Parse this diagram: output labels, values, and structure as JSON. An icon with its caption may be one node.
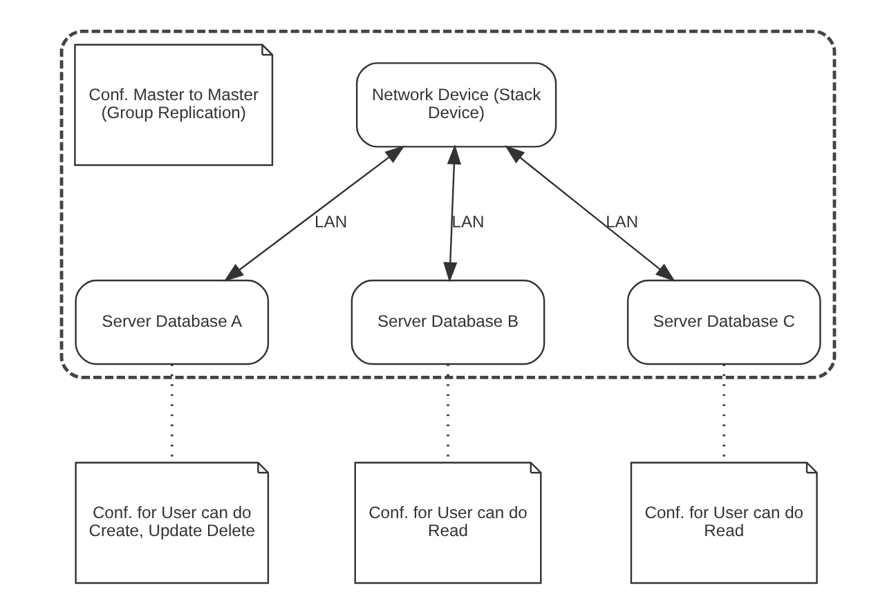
{
  "diagram": {
    "nodes": [
      {
        "text": [],
        "shape": "box"
      },
      {
        "text": [
          "Network Device (Stack Device)"
        ],
        "in": 0
      },
      {
        "text": [
          "Conf. Master to Master (Group Replication)"
        ],
        "in": 0
      },
      {
        "text": [
          "Server Database A"
        ],
        "in": 0
      },
      {
        "text": [
          "Server Database B"
        ],
        "in": 0
      },
      {
        "text": [
          "Server Database C"
        ],
        "in": 0
      },
      {
        "text": [
          "Conf. for User can do Create, Update Delete"
        ]
      },
      {
        "text": [
          "Conf. for User can do Read"
        ]
      },
      {
        "text": [
          "Conf. for User can do Read"
        ]
      }
    ],
    "edges": [
      {
        "from": 1,
        "to": 3,
        "arrow": "both",
        "label": "LAN"
      },
      {
        "from": 1,
        "to": 4,
        "arrow": "both",
        "label": "LAN"
      },
      {
        "from": 1,
        "to": 5,
        "arrow": "both",
        "label": "LAN"
      },
      {
        "from": 3,
        "to": 6,
        "arrow": "none",
        "style": "dashed"
      },
      {
        "from": 4,
        "to": 7,
        "arrow": "none",
        "style": "dashed"
      },
      {
        "from": 5,
        "to": 8,
        "arrow": "none",
        "style": "dashed"
      }
    ]
  }
}
